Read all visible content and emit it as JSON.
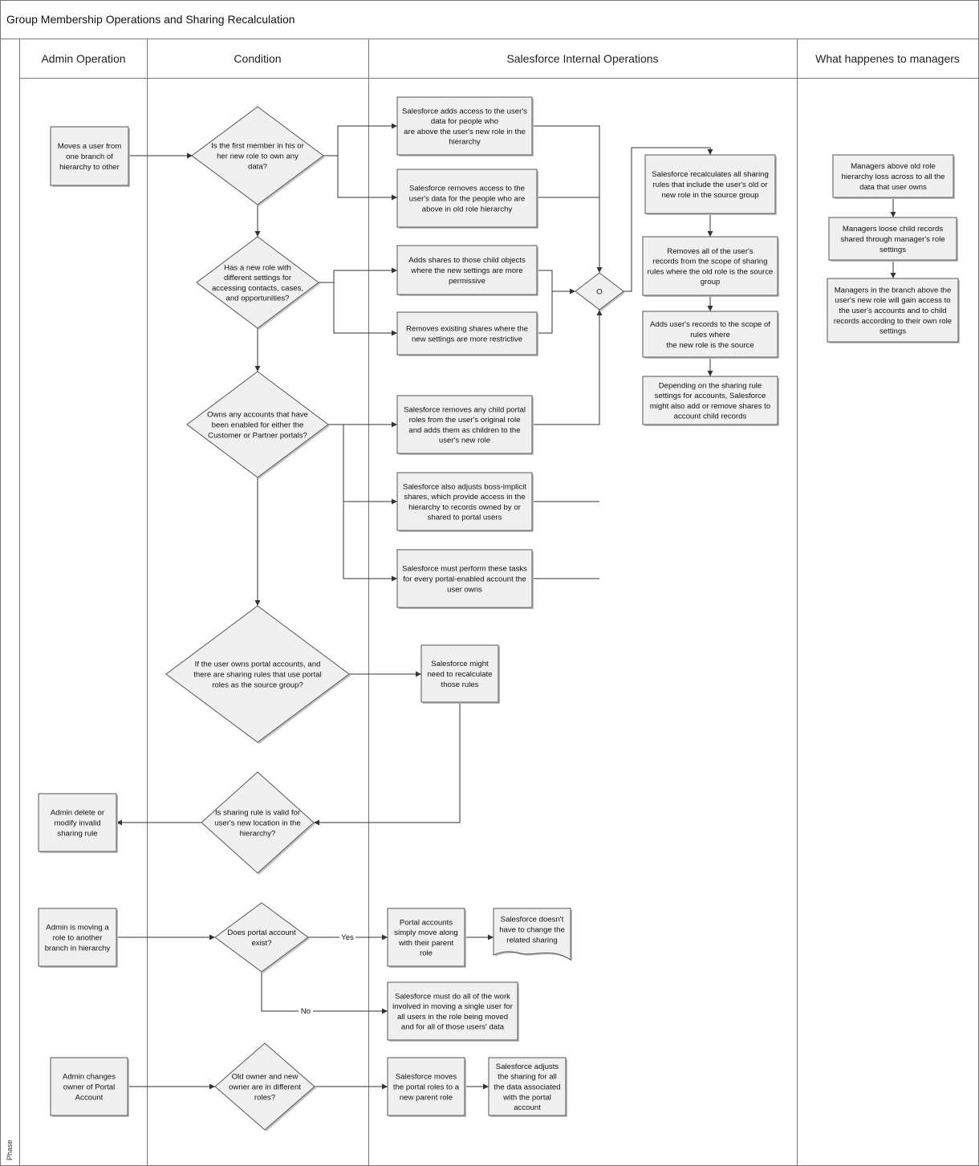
{
  "title": "Group Membership Operations and Sharing Recalculation",
  "phase_label": "Phase",
  "lanes": [
    {
      "id": "admin",
      "label": "Admin Operation"
    },
    {
      "id": "condition",
      "label": "Condition"
    },
    {
      "id": "internal",
      "label": "Salesforce Internal Operations"
    },
    {
      "id": "managers",
      "label": "What happenes to managers"
    }
  ],
  "nodes": [
    {
      "id": "move-user",
      "label": "Moves a user from\none branch of\nhierarchy to other"
    },
    {
      "id": "q-first-member",
      "label": "Is the first member in his or\nher new role to own any\ndata?"
    },
    {
      "id": "adds-access",
      "label": "Salesforce adds access to the user's\ndata for people who\nare above the user's new role in the\nhierarchy"
    },
    {
      "id": "removes-access",
      "label": "Salesforce removes access to the\nuser's data for the people who are\nabove in old role hierarchy"
    },
    {
      "id": "q-new-role-settings",
      "label": "Has a new role with\ndifferent settings for\naccessing contacts, cases,\nand opportunities?"
    },
    {
      "id": "adds-shares-child",
      "label": "Adds shares to those child objects\nwhere the new settings are more\npermissive"
    },
    {
      "id": "removes-shares-restrictive",
      "label": "Removes existing shares where the\nnew settings are more restrictive"
    },
    {
      "id": "or-gate",
      "label": "O"
    },
    {
      "id": "recalc-sharing",
      "label": "Salesforce recalculates all sharing\nrules that include the user's old or\nnew role in the source group"
    },
    {
      "id": "remove-records-scope",
      "label": "Removes all of the user's\nrecords from the scope of sharing\nrules where the old role is the source\ngroup"
    },
    {
      "id": "add-records-scope",
      "label": "Adds user's records to the scope of\nrules where\nthe new role is the source"
    },
    {
      "id": "depending-sharing",
      "label": "Depending on the sharing rule\nsettings for accounts, Salesforce\nmight also add or remove shares to\naccount child records"
    },
    {
      "id": "mgr-old-loss",
      "label": "Managers above old role\nhierarchy loss across to all the\ndata that user owns"
    },
    {
      "id": "mgr-loose-child",
      "label": "Managers loose child records\nshared through manager's role\nsettings"
    },
    {
      "id": "mgr-branch-gain",
      "label": "Managers in the branch above the\nuser's new role will gain access to\nthe user's accounts and to child\nrecords according to their own role\nsettings"
    },
    {
      "id": "q-owns-portal",
      "label": "Owns any accounts that have\nbeen enabled for either the\nCustomer or Partner portals?"
    },
    {
      "id": "removes-child-portal",
      "label": "Salesforce removes any child portal\nroles from the user's original role\nand adds them as children to the\nuser's new role"
    },
    {
      "id": "adjusts-boss-implicit",
      "label": "Salesforce also adjusts boss-implicit\nshares, which provide access in the\nhierarchy to records owned by or\nshared to portal users"
    },
    {
      "id": "perform-tasks",
      "label": "Salesforce must perform these tasks\nfor every portal-enabled account the\nuser owns"
    },
    {
      "id": "q-portal-rules",
      "label": "If the user owns portal accounts, and\nthere are sharing rules that use portal\nroles as the source group?"
    },
    {
      "id": "might-recalc",
      "label": "Salesforce might\nneed to recalculate\nthose rules"
    },
    {
      "id": "q-rule-valid",
      "label": "Is sharing rule is valid for\nuser's new location in the\nhierarchy?"
    },
    {
      "id": "admin-delete",
      "label": "Admin delete or\nmodify invalid\nsharing rule"
    },
    {
      "id": "admin-moving-role",
      "label": "Admin is moving a\nrole to another\nbranch in hierarchy"
    },
    {
      "id": "q-portal-exist",
      "label": "Does portal account\nexist?"
    },
    {
      "id": "portal-move-along",
      "label": "Portal accounts\nsimply move along\nwith their parent\nrole"
    },
    {
      "id": "no-change-doc",
      "label": "Salesforce doesn't\nhave to change the\nrelated sharing"
    },
    {
      "id": "must-do-all",
      "label": "Salesforce must do all of the work\ninvolved in moving a single user for\nall users in the role being moved\nand for all of those users' data"
    },
    {
      "id": "admin-changes-owner",
      "label": "Admin changes\nowner of Portal\nAccount"
    },
    {
      "id": "q-owner-roles",
      "label": "Old owner and new\nowner are in different\nroles?"
    },
    {
      "id": "moves-portal-roles",
      "label": "Salesforce moves\nthe portal roles to a\nnew parent role"
    },
    {
      "id": "adjusts-sharing-all",
      "label": "Salesforce adjusts\nthe sharing for all\nthe data associated\nwith the portal\naccount"
    }
  ],
  "edge_labels": {
    "yes": "Yes",
    "no": "No"
  }
}
